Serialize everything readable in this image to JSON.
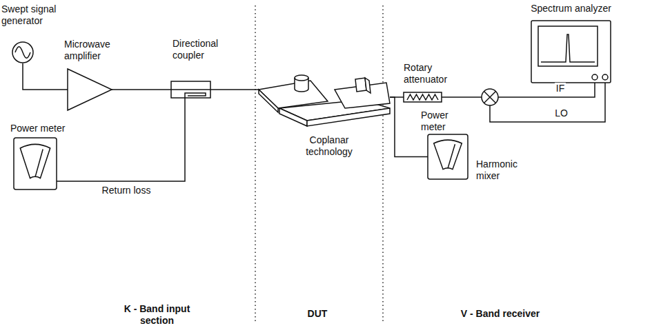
{
  "diagram": {
    "nodes": [
      {
        "text": [
          "Swept signal generator"
        ]
      },
      {
        "text": [
          "Microwave amplifier"
        ]
      },
      {
        "text": [
          "Directional coupler"
        ]
      },
      {
        "text": [
          "Power meter"
        ]
      },
      {
        "text": [
          "Coplanar technology"
        ]
      },
      {
        "text": [
          "Rotary attenuator"
        ]
      },
      {
        "text": [
          "Power meter"
        ]
      },
      {
        "text": [
          "Harmonic mixer"
        ]
      },
      {
        "text": [
          "Spectrum analyzer"
        ]
      }
    ],
    "edges": [
      {
        "from": 0,
        "to": 1,
        "arrow": "none"
      },
      {
        "from": 1,
        "to": 2,
        "arrow": "none"
      },
      {
        "from": 2,
        "to": 4,
        "arrow": "none"
      },
      {
        "from": 2,
        "to": 3,
        "label": "Return loss",
        "arrow": "none"
      },
      {
        "from": 4,
        "to": 5,
        "arrow": "none"
      },
      {
        "from": 4,
        "to": 6,
        "arrow": "none"
      },
      {
        "from": 5,
        "to": 7,
        "arrow": "none"
      },
      {
        "from": 7,
        "to": 8,
        "label": "IF",
        "arrow": "none"
      },
      {
        "from": 7,
        "to": 8,
        "label": "LO",
        "arrow": "none"
      }
    ],
    "labels": [
      "K - Band input section",
      "DUT",
      "V - Band receiver"
    ]
  }
}
